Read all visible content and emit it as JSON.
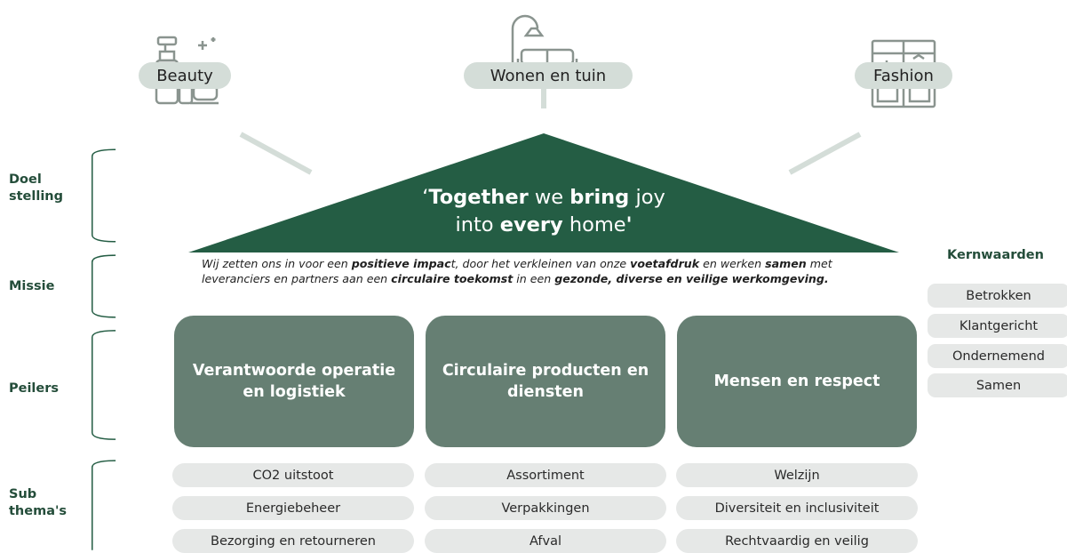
{
  "categories": [
    {
      "label": "Beauty",
      "icon": "beauty-products-icon"
    },
    {
      "label": "Wonen en tuin",
      "icon": "lamp-sofa-icon"
    },
    {
      "label": "Fashion",
      "icon": "wardrobe-icon"
    }
  ],
  "side_labels": {
    "doel": "Doel\nstelling",
    "missie": "Missie",
    "peilers": "Peilers",
    "sub": "Sub\nthema's"
  },
  "roof": {
    "quote_open": "‘",
    "w1": "Together",
    "w2": " we ",
    "w3": "bring",
    "w4": " joy",
    "w5": "into ",
    "w6": "every",
    "w7": " home",
    "quote_close": "'"
  },
  "mission": {
    "t1": "Wij zetten ons in voor een ",
    "b1": "positieve impac",
    "t2": "t, door het verkleinen van onze ",
    "b2": "voetafdruk",
    "t3": " en werken ",
    "b3": "samen",
    "t4": " met leveranciers en partners aan een ",
    "b4": "circulaire toekomst",
    "t5": " in een ",
    "b5": "gezonde, diverse en veilige werkomgeving."
  },
  "pillars": [
    {
      "title": "Verantwoorde operatie en logistiek",
      "subthemes": [
        "CO2 uitstoot",
        "Energiebeheer",
        "Bezorging en retourneren"
      ]
    },
    {
      "title": "Circulaire producten en diensten",
      "subthemes": [
        "Assortiment",
        "Verpakkingen",
        "Afval"
      ]
    },
    {
      "title": "Mensen en respect",
      "subthemes": [
        "Welzijn",
        "Diversiteit en inclusiviteit",
        "Rechtvaardig en veilig"
      ]
    }
  ],
  "kernwaarden": {
    "title": "Kernwaarden",
    "items": [
      "Betrokken",
      "Klantgericht",
      "Ondernemend",
      "Samen"
    ]
  },
  "colors": {
    "dark_green": "#245d44",
    "pillar_green": "#667f73",
    "label_green": "#244d3a",
    "pill_light": "#d4ddd8",
    "subpill": "#e6e8e7"
  }
}
